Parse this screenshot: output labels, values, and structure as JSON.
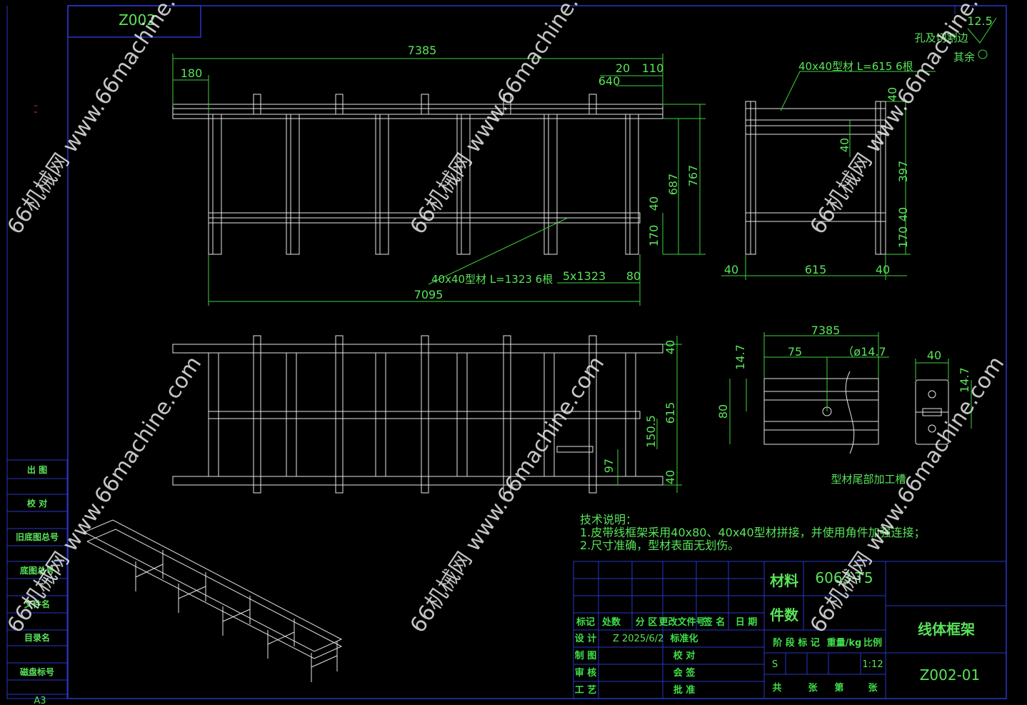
{
  "drawing": {
    "code_top": "Z002",
    "surface_roughness": "12.5",
    "roughness_note1": "孔及切割边",
    "roughness_note2": "其余",
    "sheet_size": "A3"
  },
  "front_view": {
    "overall_length": "7385",
    "dim_180": "180",
    "dim_20": "20",
    "dim_110": "110",
    "dim_640": "640",
    "height_687": "687",
    "height_767": "767",
    "dim_40": "40",
    "dim_170": "170",
    "leg_note": "40x40型材 L=1323 6根",
    "span_note": "5x1323",
    "dim_80": "80",
    "length_7095": "7095"
  },
  "side_view": {
    "beam_note": "40x40型材 L=615 6根",
    "dim_40_top": "40",
    "dim_40_mid": "40",
    "dim_397": "397",
    "dim_40_low": "40",
    "dim_170": "170",
    "width_615": "615",
    "left_40": "40",
    "right_40": "40"
  },
  "top_view": {
    "dim_40_top": "40",
    "width_615": "615",
    "dim_150_5": "150.5",
    "dim_97": "97",
    "dim_40_bottom": "40"
  },
  "detail": {
    "length": "7385",
    "offset_75": "75",
    "hole_diameter": "（ø14.7",
    "dim_14_7": "14.7",
    "height_80": "80",
    "caption": "型材尾部加工槽",
    "profile_width": "40",
    "profile_14_7": "14.7"
  },
  "tech_notes": {
    "title": "技术说明：",
    "line1": "1.皮带线框架采用40x80、40x40型材拼接，并使用角件加强连接；",
    "line2": "2.尺寸准确，型材表面无划伤。"
  },
  "title_block": {
    "material_label": "材料",
    "material_value": "6063-T5",
    "quantity_label": "件数",
    "part_name": "线体框架",
    "drawing_no": "Z002-01",
    "header_row": [
      "标记",
      "处数",
      "分 区",
      "更改文件号",
      "签 名",
      "日 期"
    ],
    "design_label": "设 计",
    "design_value": "Z  2025/6/2",
    "standardize": "标准化",
    "draft_label": "制 图",
    "proof_label": "校 对",
    "review_label": "审 核",
    "countersign": "会 签",
    "process_label": "工 艺",
    "approve": "批 准",
    "stage_row": [
      "阶 段 标 记",
      "重量/kg",
      "比例"
    ],
    "stage_value": "S",
    "scale": "1:12",
    "sheets": [
      "共",
      "张",
      "第",
      "张"
    ]
  },
  "side_table": [
    "出  图",
    "校  对",
    "旧底图总号",
    "底图总号",
    "文件名",
    "目录名",
    "磁盘标号"
  ],
  "watermark": {
    "text": "66机械网 www.66machine.com"
  },
  "colors": {
    "dimension_green": "#59e35a",
    "frame_blue": "#2a36c8",
    "geometry_white": "#e6e6e6",
    "background": "#000000"
  }
}
